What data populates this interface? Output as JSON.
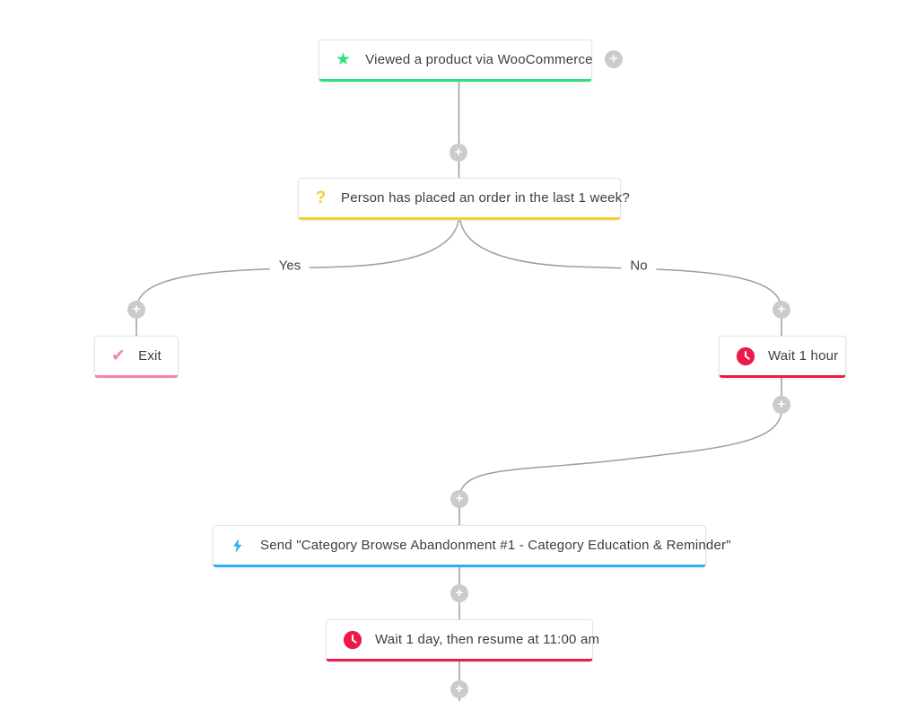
{
  "diagram": {
    "nodes": {
      "trigger": {
        "label": "Viewed a product via WooCommerce",
        "icon": "star-icon",
        "accent": "green"
      },
      "decision": {
        "label": "Person has placed an order in the last 1 week?",
        "icon": "question-icon",
        "accent": "yellow"
      },
      "exit": {
        "label": "Exit",
        "icon": "check-icon",
        "accent": "pink"
      },
      "wait_hour": {
        "label": "Wait 1 hour",
        "icon": "clock-icon",
        "accent": "crimson"
      },
      "send_email": {
        "label": "Send \"Category Browse Abandonment #1 - Category Education & Reminder\"",
        "icon": "lightning-icon",
        "accent": "blue"
      },
      "wait_day": {
        "label": "Wait 1 day, then resume at 11:00 am",
        "icon": "clock-icon",
        "accent": "crimson"
      }
    },
    "branch_labels": {
      "yes": "Yes",
      "no": "No"
    },
    "add_button_glyph": "+",
    "icon_glyphs": {
      "star": "★",
      "question": "?",
      "check": "✔"
    }
  },
  "colors": {
    "green": "#2BE080",
    "yellow": "#F6CE3B",
    "pink": "#F4879F",
    "crimson": "#EC1A4B",
    "blue": "#2EADF2",
    "connector": "#9E9E9E",
    "plus-bg": "#CBCBCB",
    "card-border": "#E4E4E4",
    "text": "#3D3D3D",
    "canvas-bg": "#FFFFFF"
  }
}
